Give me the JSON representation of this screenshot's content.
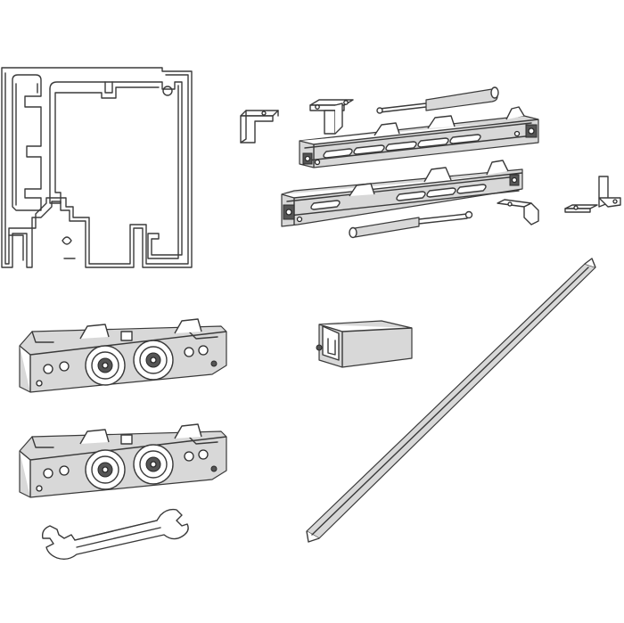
{
  "figure": {
    "background": "#ffffff",
    "line_color": "#3a3a3a",
    "shade_color": "#d8d8d8"
  },
  "parts": [
    {
      "name": "aluminium-track-profile-icon"
    },
    {
      "name": "mounting-angle-bracket-icon",
      "count": 2
    },
    {
      "name": "end-stop-bracket-icon",
      "count": 2
    },
    {
      "name": "soft-close-damper-piston-icon",
      "count": 2
    },
    {
      "name": "soft-close-damper-housing-icon",
      "count": 2
    },
    {
      "name": "roller-carriage-icon",
      "count": 2
    },
    {
      "name": "door-guide-block-icon"
    },
    {
      "name": "floor-guide-rail-icon"
    },
    {
      "name": "open-end-wrench-icon"
    }
  ]
}
